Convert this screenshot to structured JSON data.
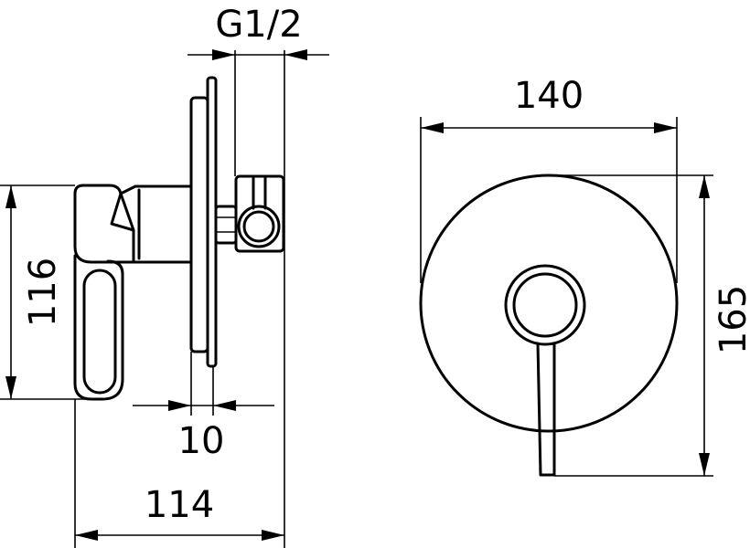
{
  "diagram": {
    "side_view": {
      "dim_thread": "G1/2",
      "dim_height": "116",
      "dim_plate_gap": "10",
      "dim_depth": "114"
    },
    "front_view": {
      "dim_width": "140",
      "dim_height": "165"
    }
  },
  "colors": {
    "line": "#000000",
    "background": "#ffffff"
  }
}
